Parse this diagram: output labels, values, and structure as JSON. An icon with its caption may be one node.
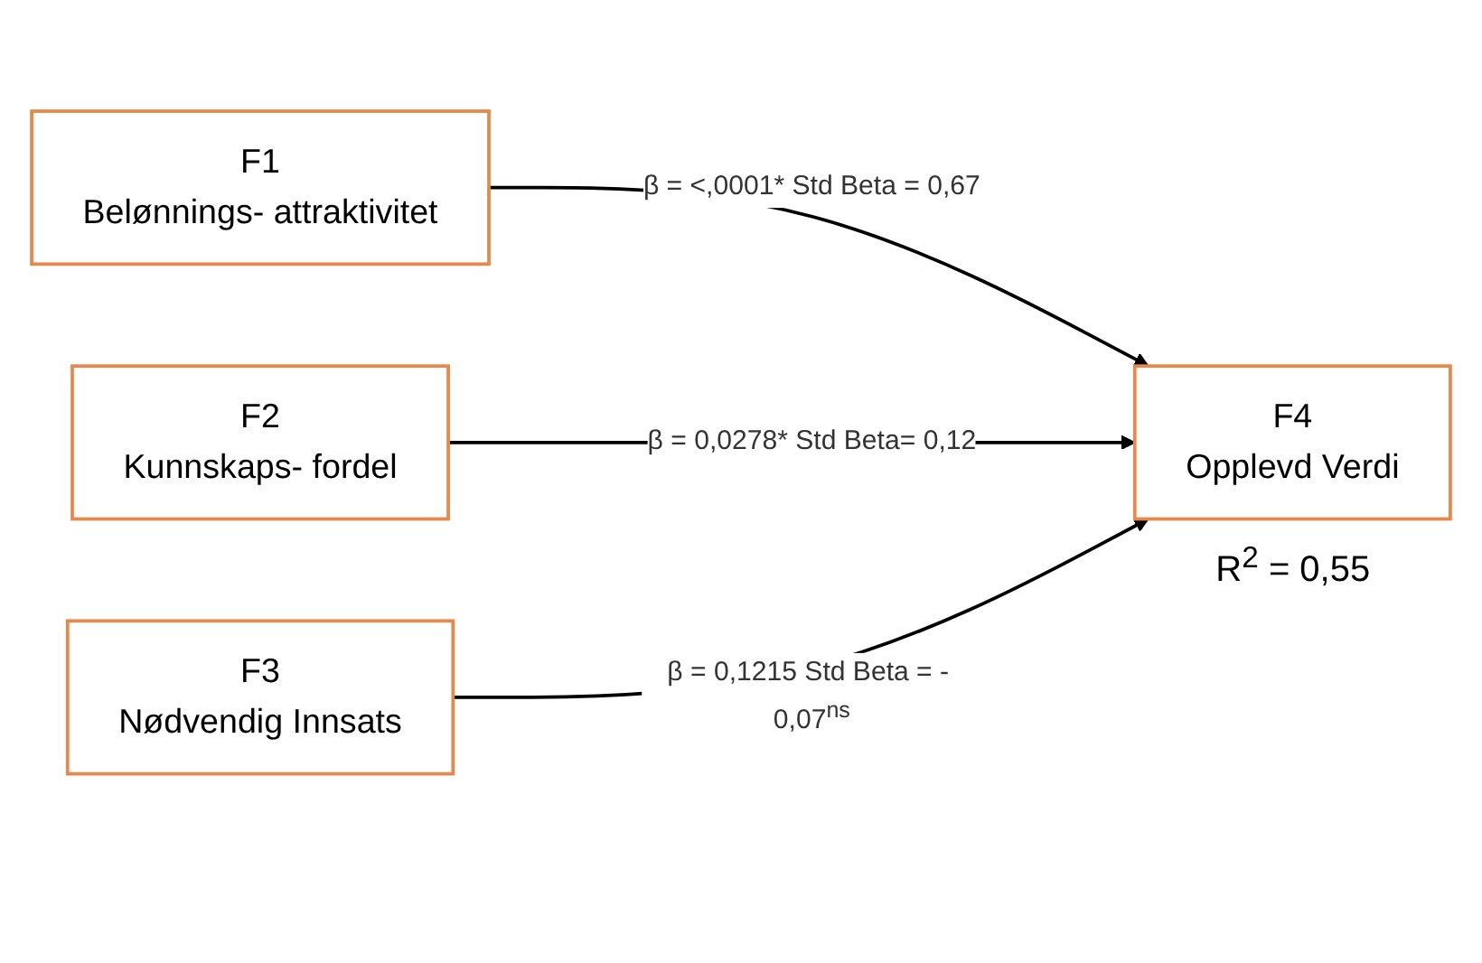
{
  "diagram": {
    "nodes": [
      {
        "text": [
          "F1",
          "Belønnings- attraktivitet"
        ]
      },
      {
        "text": [
          "F2",
          "Kunnskaps- fordel"
        ]
      },
      {
        "text": [
          "F3",
          "Nødvendig Innsats"
        ]
      },
      {
        "text": [
          "F4",
          "Opplevd Verdi"
        ],
        "beside": [
          "R$^{2}$ = 0,55"
        ]
      }
    ],
    "edges": [
      {
        "from": 0,
        "to": 3,
        "arrow": "to",
        "label": "β = <,0001* Std Beta = 0,67"
      },
      {
        "from": 1,
        "to": 3,
        "arrow": "to",
        "label": "β = 0,0278* Std Beta= 0,12"
      },
      {
        "from": 2,
        "to": 3,
        "arrow": "to",
        "label": "β = 0,1215 Std Beta = - 0,07$^{ns}$"
      }
    ]
  }
}
